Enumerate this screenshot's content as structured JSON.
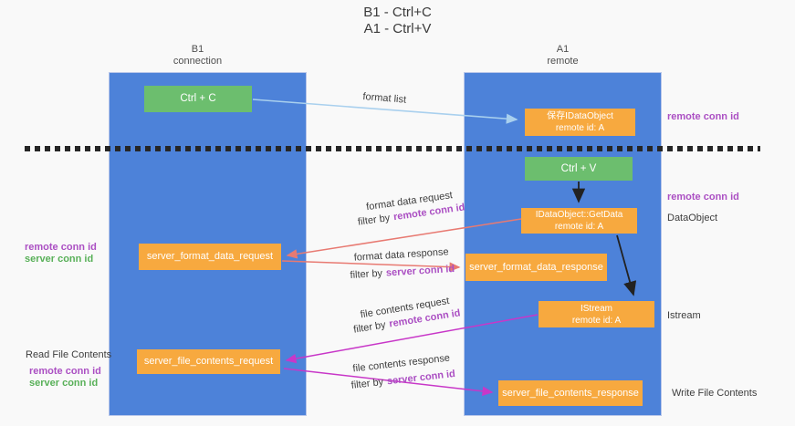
{
  "title": {
    "line1": "B1 - Ctrl+C",
    "line2": "A1 - Ctrl+V"
  },
  "lanes": {
    "left": {
      "name": "B1",
      "subtitle": "connection"
    },
    "right": {
      "name": "A1",
      "subtitle": "remote"
    }
  },
  "nodes": {
    "ctrl_c": {
      "label": "Ctrl + C"
    },
    "save_idataobject": {
      "line1": "保存IDataObject",
      "line2": "remote id: A"
    },
    "ctrl_v": {
      "label": "Ctrl + V"
    },
    "getdata": {
      "line1": "IDataObject::GetData",
      "line2": "remote id: A"
    },
    "format_request": {
      "label": "server_format_data_request"
    },
    "format_response": {
      "label": "server_format_data_response"
    },
    "istream": {
      "line1": "IStream",
      "line2": "remote id: A"
    },
    "file_request": {
      "label": "server_file_contents_request"
    },
    "file_response": {
      "label": "server_file_contents_response"
    }
  },
  "side_labels": {
    "right_remote_1": "remote conn id",
    "right_remote_2": "remote conn id",
    "right_dataobject": "DataObject",
    "right_istream": "Istream",
    "right_write_file": "Write File Contents",
    "left_group1_remote": "remote conn id",
    "left_group1_server": "server conn id",
    "left_read_file": "Read File Contents",
    "left_group2_remote": "remote conn id",
    "left_group2_server": "server conn id"
  },
  "edge_labels": {
    "format_list": "format list",
    "format_req": {
      "line1": "format data request",
      "filter_prefix": "filter by",
      "filter_key": "remote conn id"
    },
    "format_resp": {
      "line1": "format data response",
      "filter_prefix": "filter by",
      "filter_key": "server conn id"
    },
    "file_req": {
      "line1": "file contents request",
      "filter_prefix": "filter by",
      "filter_key": "remote conn id"
    },
    "file_resp": {
      "line1": "file contents response",
      "filter_prefix": "filter by",
      "filter_key": "server conn id"
    }
  },
  "colors": {
    "lane_blue": "#4d82d9",
    "box_green": "#6cbe6e",
    "box_orange": "#f7a93f",
    "arrow_light_blue": "#a9d0ee",
    "arrow_salmon": "#e87a72",
    "arrow_magenta": "#c837c8",
    "arrow_black": "#222222",
    "label_purple": "#ab4fc3",
    "label_green": "#58b058"
  }
}
